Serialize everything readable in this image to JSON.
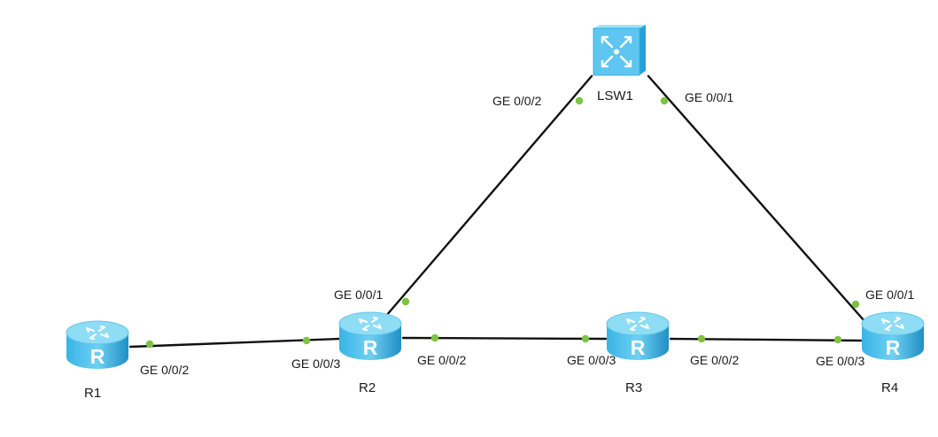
{
  "colors": {
    "link": "#111111",
    "port_dot": "#7dc242",
    "router_top": "#8fdcf5",
    "router_side": "#38b4e6",
    "router_dark": "#1f8fc4",
    "switch_face": "#5ec6f0"
  },
  "devices": [
    {
      "id": "R1",
      "label": "R1",
      "icon": "router-icon"
    },
    {
      "id": "R2",
      "label": "R2",
      "icon": "router-icon"
    },
    {
      "id": "R3",
      "label": "R3",
      "icon": "router-icon"
    },
    {
      "id": "R4",
      "label": "R4",
      "icon": "router-icon"
    },
    {
      "id": "LSW1",
      "label": "LSW1",
      "icon": "switch-icon"
    }
  ],
  "router_glyph": "R",
  "links": [
    {
      "from": "R1",
      "to": "R2",
      "from_port": "GE 0/0/2",
      "to_port": "GE 0/0/3"
    },
    {
      "from": "R2",
      "to": "R3",
      "from_port": "GE 0/0/2",
      "to_port": "GE 0/0/3"
    },
    {
      "from": "R3",
      "to": "R4",
      "from_port": "GE 0/0/2",
      "to_port": "GE 0/0/3"
    },
    {
      "from": "R2",
      "to": "LSW1",
      "from_port": "GE 0/0/1",
      "to_port": "GE 0/0/2"
    },
    {
      "from": "LSW1",
      "to": "R4",
      "from_port": "GE 0/0/1",
      "to_port": "GE 0/0/1"
    }
  ]
}
